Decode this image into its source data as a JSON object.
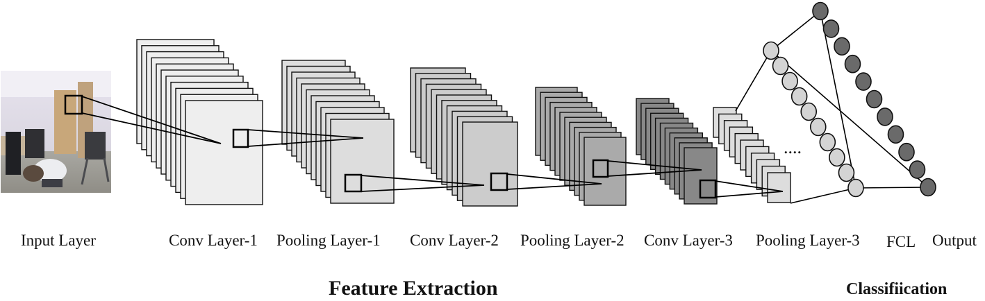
{
  "layer_labels": {
    "input": "Input Layer",
    "conv1": "Conv Layer-1",
    "pool1": "Pooling Layer-1",
    "conv2": "Conv Layer-2",
    "pool2": "Pooling Layer-2",
    "conv3": "Conv Layer-3",
    "pool3": "Pooling Layer-3",
    "fcl": "FCL",
    "output": "Output"
  },
  "sections": {
    "feature_extraction": "Feature Extraction",
    "classification": "Classifiication"
  },
  "ellipsis": "....",
  "colors": {
    "conv1_fill": "#eeeeee",
    "pool1_fill": "#dddddd",
    "conv2_fill": "#cccccc",
    "pool2_fill": "#aaaaaa",
    "conv3_fill": "#888888",
    "pool3_fill": "#dddddd",
    "fcl_node": "#d4d4d4",
    "output_node": "#6a6a6a",
    "stroke": "#111111"
  }
}
